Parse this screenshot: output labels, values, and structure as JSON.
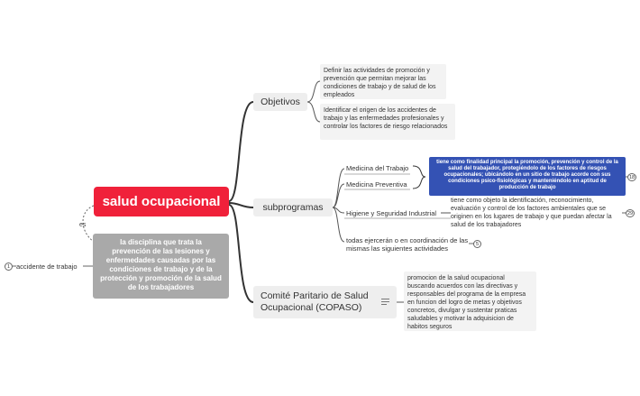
{
  "root": {
    "label": "salud ocupacional"
  },
  "definition": {
    "connector_label": "es",
    "text": "la disciplina que trata la prevención de las lesiones y enfermedades causadas por las condiciones de trabajo y de la protección y promoción de la salud de los trabajadores",
    "side_label": "accidente de trabajo",
    "side_badge": "1"
  },
  "branches": {
    "objetivos": {
      "label": "Objetivos",
      "items": [
        "Definir las actividades de promoción y prevención que permitan mejorar las condiciones de trabajo y de salud de los empleados",
        "Identificar el origen de los accidentes de trabajo y las enfermedades profesionales y controlar  los factores de riesgo relacionados"
      ]
    },
    "subprogramas": {
      "label": "subprogramas",
      "medicina_trabajo": "Medicina del Trabajo",
      "medicina_preventiva": "Medicina Preventiva",
      "medicina_summary": "tiene como finalidad principal la promoción, prevención y control de la salud del trabajador, protegiéndolo de los factores de riesgos ocupacionales; ubicándolo en un sitio de trabajo acorde con sus condiciones psico-fisiológicas y manteniéndolo en aptitud de producción de trabajo",
      "medicina_badge": "18",
      "higiene": "Higiene y Seguridad Industrial",
      "higiene_detail": "tiene como objeto la identificación, reconocimiento, evaluación y control de los factores ambientales que se originen en los lugares de trabajo y que puedan afectar la salud de los trabajadores",
      "higiene_badge": "29",
      "todas": "todas ejercerán o en coordinación de las mismas  las siguientes actividades",
      "todas_badge": "5"
    },
    "comite": {
      "label": "Comité Paritario de Salud Ocupacional (COPASO)",
      "notes_icon": "notes-icon",
      "detail": "promocion de la salud ocupacional buscando acuerdos con las directivas y responsables del programa de la empresa en funcion del logro de metas y objetivos concretos, divulgar y sustentar praticas saludables y motivar la adquisicion de habitos seguros"
    }
  },
  "colors": {
    "root": "#f0213a",
    "definition": "#a9a9a9",
    "summary": "#3452b4",
    "branch_bg": "#eeeeee",
    "line": "#333333"
  }
}
